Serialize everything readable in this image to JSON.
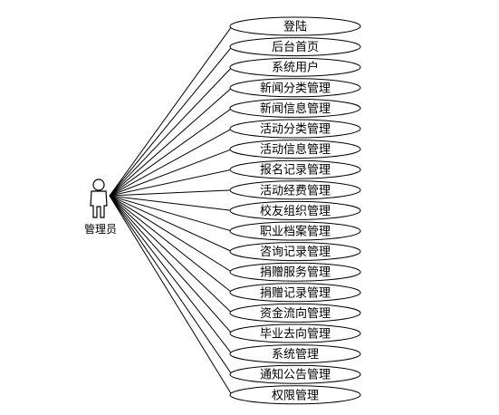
{
  "actor": {
    "name": "管理员",
    "icon": "person-icon"
  },
  "use_cases": [
    "登陆",
    "后台首页",
    "系统用户",
    "新闻分类管理",
    "新闻信息管理",
    "活动分类管理",
    "活动信息管理",
    "报名记录管理",
    "活动经费管理",
    "校友组织管理",
    "职业档案管理",
    "咨询记录管理",
    "捐赠服务管理",
    "捐赠记录管理",
    "资金流向管理",
    "毕业去向管理",
    "系统管理",
    "通知公告管理",
    "权限管理"
  ],
  "colors": {
    "stroke": "#000000",
    "fill": "#ffffff",
    "text": "#000000"
  }
}
